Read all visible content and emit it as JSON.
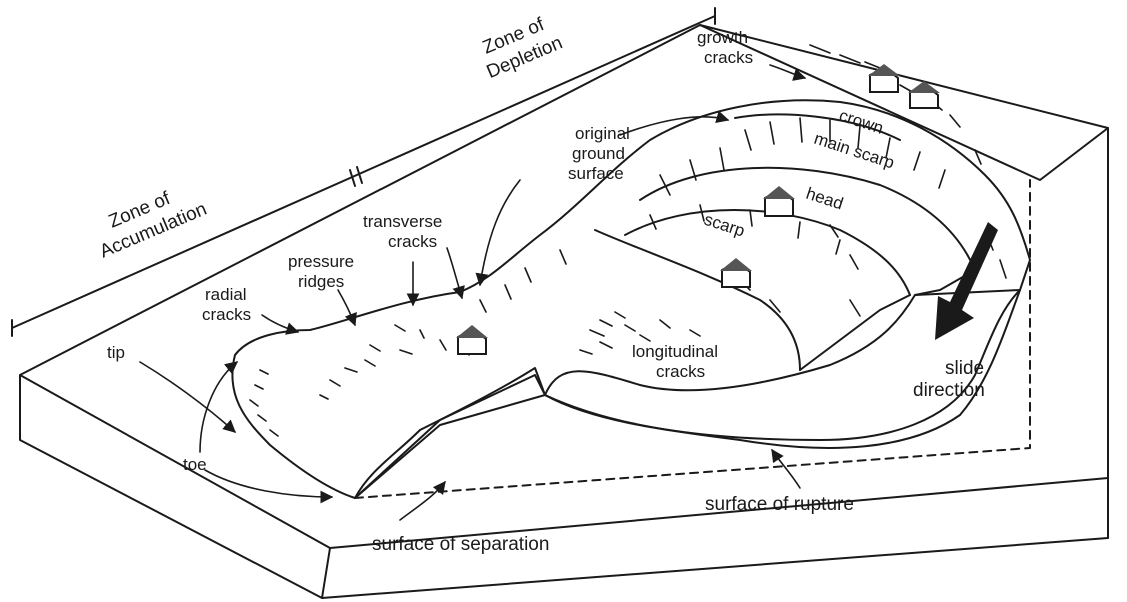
{
  "labels": {
    "zone_depletion_1": "Zone of",
    "zone_depletion_2": "Depletion",
    "zone_accumulation_1": "Zone of",
    "zone_accumulation_2": "Accumulation",
    "growth_cracks_1": "growth",
    "growth_cracks_2": "cracks",
    "crown": "crown",
    "main_scarp": "main scarp",
    "head": "head",
    "scarp": "scarp",
    "original_ground_surface_1": "original",
    "original_ground_surface_2": "ground",
    "original_ground_surface_3": "surface",
    "transverse_cracks_1": "transverse",
    "transverse_cracks_2": "cracks",
    "pressure_ridges_1": "pressure",
    "pressure_ridges_2": "ridges",
    "radial_cracks_1": "radial",
    "radial_cracks_2": "cracks",
    "tip": "tip",
    "toe": "toe",
    "longitudinal_cracks_1": "longitudinal",
    "longitudinal_cracks_2": "cracks",
    "slide_direction_1": "slide",
    "slide_direction_2": "direction",
    "surface_of_rupture": "surface of rupture",
    "surface_of_separation": "surface of separation"
  },
  "colors": {
    "ink": "#1a1a1a",
    "background": "#ffffff",
    "house_roof": "#555555"
  },
  "icons": [
    "house-icon",
    "slide-direction-arrow-icon"
  ]
}
